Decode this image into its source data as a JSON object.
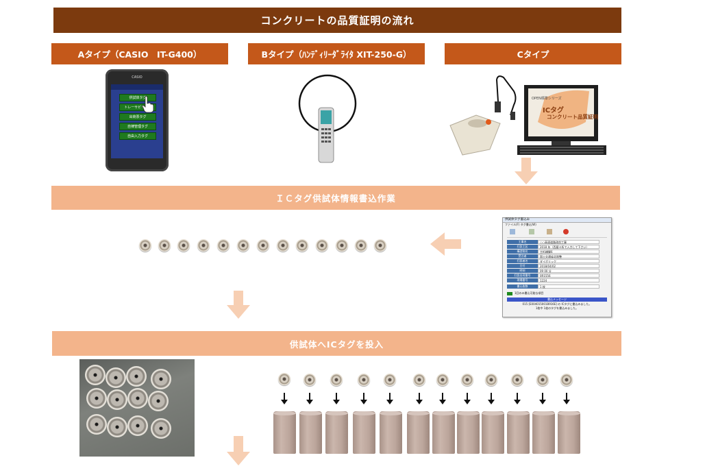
{
  "title": "コンクリートの品質証明の流れ",
  "types": [
    {
      "label": "Aタイプ（CASIO　IT-G400）"
    },
    {
      "label": "Bタイプ（ﾊﾝﾃﾞｨﾘｰﾀﾞﾗｲﾀ XIT-250-G）"
    },
    {
      "label": "Cタイプ"
    }
  ],
  "stage1": {
    "label": "ＩＣタグ供試体情報書込作業"
  },
  "stage2": {
    "label": "供試体へICタグを投入"
  },
  "phone": {
    "brand": "CASIO",
    "menu": [
      "供試体タグ",
      "トレーサビリティ",
      "出荷票タグ",
      "自律管理タグ",
      "自由入力タグ"
    ]
  },
  "software": {
    "series": "OPEN標準シリーズ",
    "name_line1": "ICタグ",
    "name_line2": "コンクリート品質証明"
  },
  "window": {
    "title": "供試体タグ書込み",
    "menu": "ファイル(F)  タグ書込(W)",
    "fields": [
      {
        "label": "工事名",
        "value": "○○高速道路改良工事"
      },
      {
        "label": "打設工区",
        "value": "2018 年（西暦４桁で入力して下さい）"
      },
      {
        "label": "構造物名",
        "value": "主桁橋脚6"
      },
      {
        "label": "受注者",
        "value": "国土交通省北陸整"
      },
      {
        "label": "打設者名",
        "value": "ダイボリック"
      },
      {
        "label": "日付",
        "value": "2018/04/02"
      },
      {
        "label": "時刻",
        "value": "09  00  分"
      },
      {
        "label": "打設出荷番号",
        "value": "0R1556"
      },
      {
        "label": "現場番号",
        "value": "1224"
      },
      {
        "label": "書込枚数",
        "value": "1  枚"
      }
    ],
    "note": "1回のみ書込可能な項目",
    "log_header": "書込メッセージ",
    "log": [
      "015 [E004015001B916E] の ICタグに書込みました。",
      "1枚中 1枚のタグを書込みました。"
    ]
  },
  "colors": {
    "title_bg": "#7c3a0e",
    "type_bg": "#c4581a",
    "stage_bg": "#f3b48b",
    "arrow": "#f7cfb3"
  }
}
